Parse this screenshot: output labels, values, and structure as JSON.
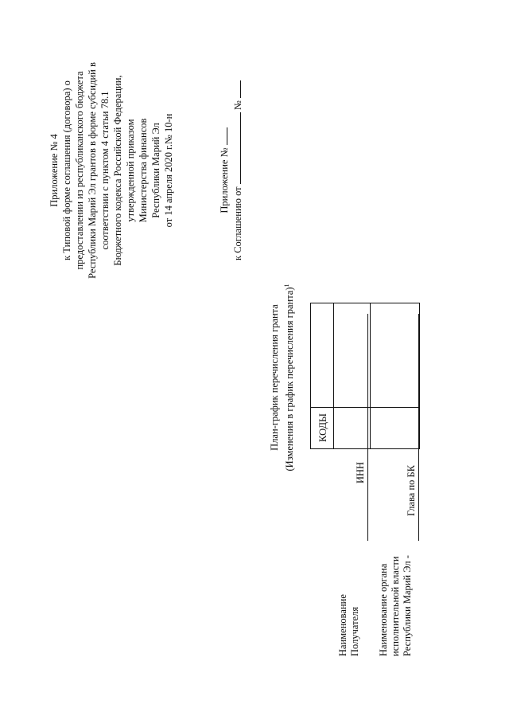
{
  "appendix": {
    "lines": [
      "Приложение № 4",
      "к Типовой форме соглашения (договора) о",
      "предоставлении из республиканского бюджета",
      "Республики Марий Эл грантов в форме субсидий в",
      "соответствии с пунктом 4 статьи 78.1",
      "Бюджетного кодекса Российской Федерации,",
      "утвержденной приказом",
      "Министерства финансов",
      "Республики Марий Эл",
      "от 14 апреля 2020 г.№ 10-н"
    ]
  },
  "reference": {
    "line1_prefix": "Приложение №",
    "line2_prefix": "к Соглашению от",
    "line2_no": "№"
  },
  "title": {
    "main": "План-график перечисления гранта",
    "sub": "(Изменения в график перечисления гранта)",
    "footnote_mark": "1"
  },
  "fields": {
    "recipient": [
      "Наименование",
      "Получателя"
    ],
    "authority": [
      "Наименование органа",
      "исполнительной власти",
      "Республики Марий Эл -"
    ]
  },
  "codes": {
    "header": "КОДЫ",
    "rows": [
      "ИНН",
      "Глава по БК"
    ]
  }
}
